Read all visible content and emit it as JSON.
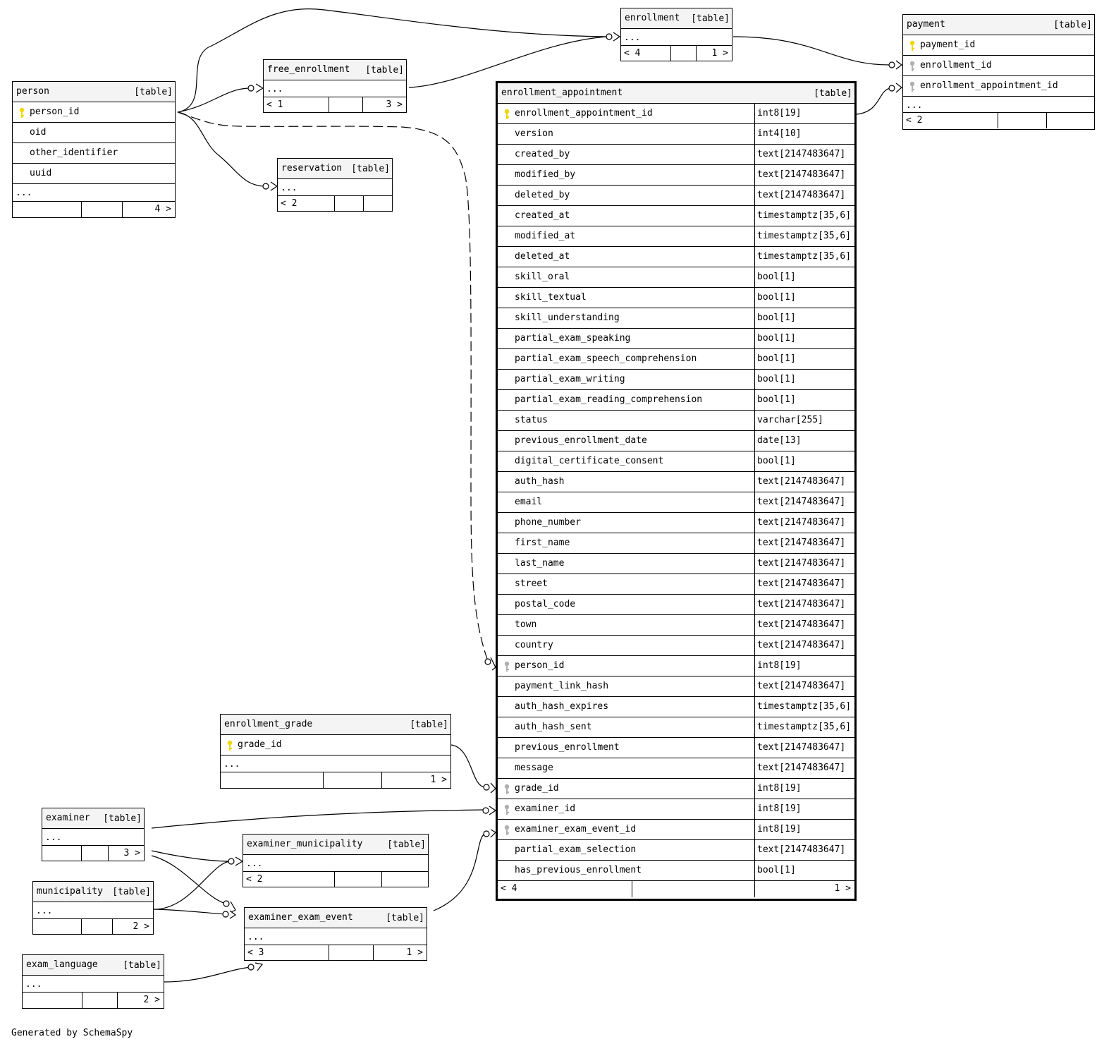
{
  "tag_label": "[table]",
  "ellipsis": "...",
  "footer_text": "Generated by SchemaSpy",
  "colors": {
    "header_bg": "#f4f4f4",
    "primary_key": "#f2d600",
    "foreign_key": "#b0b0b0",
    "line": "#000000"
  },
  "tables": {
    "person": {
      "name": "person",
      "columns": [
        {
          "name": "person_id",
          "key": "primary"
        },
        {
          "name": "oid",
          "key": ""
        },
        {
          "name": "other_identifier",
          "key": ""
        },
        {
          "name": "uuid",
          "key": ""
        }
      ],
      "parents": "",
      "children": "4 >"
    },
    "free_enrollment": {
      "name": "free_enrollment",
      "parents": "< 1",
      "children": "3 >"
    },
    "reservation": {
      "name": "reservation",
      "parents": "< 2",
      "children": ""
    },
    "enrollment": {
      "name": "enrollment",
      "parents": "< 4",
      "children": "1 >"
    },
    "payment": {
      "name": "payment",
      "columns": [
        {
          "name": "payment_id",
          "key": "primary"
        },
        {
          "name": "enrollment_id",
          "key": "foreign"
        },
        {
          "name": "enrollment_appointment_id",
          "key": "foreign"
        }
      ],
      "parents": "< 2",
      "children": ""
    },
    "enrollment_appointment": {
      "name": "enrollment_appointment",
      "columns": [
        {
          "name": "enrollment_appointment_id",
          "type": "int8[19]",
          "key": "primary"
        },
        {
          "name": "version",
          "type": "int4[10]",
          "key": ""
        },
        {
          "name": "created_by",
          "type": "text[2147483647]",
          "key": ""
        },
        {
          "name": "modified_by",
          "type": "text[2147483647]",
          "key": ""
        },
        {
          "name": "deleted_by",
          "type": "text[2147483647]",
          "key": ""
        },
        {
          "name": "created_at",
          "type": "timestamptz[35,6]",
          "key": ""
        },
        {
          "name": "modified_at",
          "type": "timestamptz[35,6]",
          "key": ""
        },
        {
          "name": "deleted_at",
          "type": "timestamptz[35,6]",
          "key": ""
        },
        {
          "name": "skill_oral",
          "type": "bool[1]",
          "key": ""
        },
        {
          "name": "skill_textual",
          "type": "bool[1]",
          "key": ""
        },
        {
          "name": "skill_understanding",
          "type": "bool[1]",
          "key": ""
        },
        {
          "name": "partial_exam_speaking",
          "type": "bool[1]",
          "key": ""
        },
        {
          "name": "partial_exam_speech_comprehension",
          "type": "bool[1]",
          "key": ""
        },
        {
          "name": "partial_exam_writing",
          "type": "bool[1]",
          "key": ""
        },
        {
          "name": "partial_exam_reading_comprehension",
          "type": "bool[1]",
          "key": ""
        },
        {
          "name": "status",
          "type": "varchar[255]",
          "key": ""
        },
        {
          "name": "previous_enrollment_date",
          "type": "date[13]",
          "key": ""
        },
        {
          "name": "digital_certificate_consent",
          "type": "bool[1]",
          "key": ""
        },
        {
          "name": "auth_hash",
          "type": "text[2147483647]",
          "key": ""
        },
        {
          "name": "email",
          "type": "text[2147483647]",
          "key": ""
        },
        {
          "name": "phone_number",
          "type": "text[2147483647]",
          "key": ""
        },
        {
          "name": "first_name",
          "type": "text[2147483647]",
          "key": ""
        },
        {
          "name": "last_name",
          "type": "text[2147483647]",
          "key": ""
        },
        {
          "name": "street",
          "type": "text[2147483647]",
          "key": ""
        },
        {
          "name": "postal_code",
          "type": "text[2147483647]",
          "key": ""
        },
        {
          "name": "town",
          "type": "text[2147483647]",
          "key": ""
        },
        {
          "name": "country",
          "type": "text[2147483647]",
          "key": ""
        },
        {
          "name": "person_id",
          "type": "int8[19]",
          "key": "foreign"
        },
        {
          "name": "payment_link_hash",
          "type": "text[2147483647]",
          "key": ""
        },
        {
          "name": "auth_hash_expires",
          "type": "timestamptz[35,6]",
          "key": ""
        },
        {
          "name": "auth_hash_sent",
          "type": "timestamptz[35,6]",
          "key": ""
        },
        {
          "name": "previous_enrollment",
          "type": "text[2147483647]",
          "key": ""
        },
        {
          "name": "message",
          "type": "text[2147483647]",
          "key": ""
        },
        {
          "name": "grade_id",
          "type": "int8[19]",
          "key": "foreign"
        },
        {
          "name": "examiner_id",
          "type": "int8[19]",
          "key": "foreign"
        },
        {
          "name": "examiner_exam_event_id",
          "type": "int8[19]",
          "key": "foreign"
        },
        {
          "name": "partial_exam_selection",
          "type": "text[2147483647]",
          "key": ""
        },
        {
          "name": "has_previous_enrollment",
          "type": "bool[1]",
          "key": ""
        }
      ],
      "parents": "< 4",
      "children": "1 >"
    },
    "enrollment_grade": {
      "name": "enrollment_grade",
      "columns": [
        {
          "name": "grade_id",
          "key": "primary"
        }
      ],
      "parents": "",
      "children": "1 >"
    },
    "examiner": {
      "name": "examiner",
      "parents": "",
      "children": "3 >"
    },
    "examiner_municipality": {
      "name": "examiner_municipality",
      "parents": "< 2",
      "children": ""
    },
    "municipality": {
      "name": "municipality",
      "parents": "",
      "children": "2 >"
    },
    "examiner_exam_event": {
      "name": "examiner_exam_event",
      "parents": "< 3",
      "children": "1 >"
    },
    "exam_language": {
      "name": "exam_language",
      "parents": "",
      "children": "2 >"
    }
  }
}
